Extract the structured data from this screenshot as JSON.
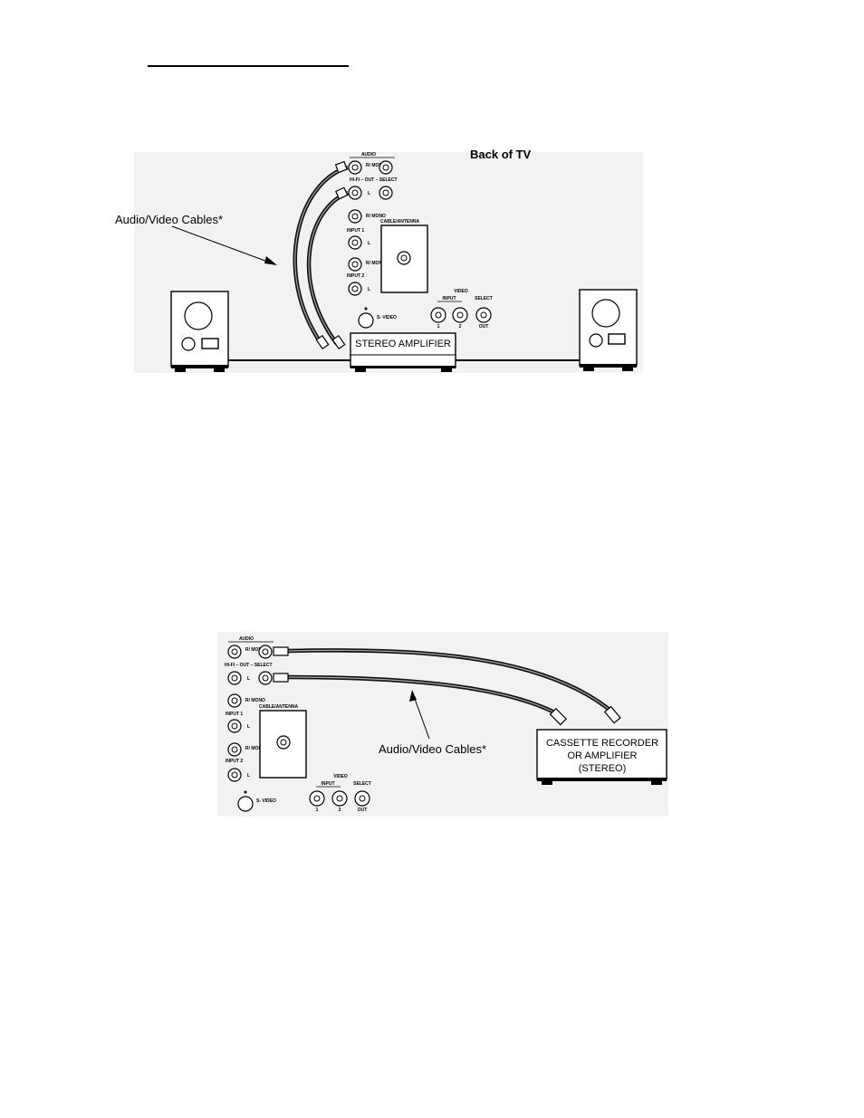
{
  "diagram1": {
    "back_of_tv_label": "Back of TV",
    "cables_label": "Audio/Video Cables*",
    "amplifier_label": "STEREO AMPLIFIER"
  },
  "diagram2": {
    "cables_label": "Audio/Video Cables*",
    "recorder_line1": "CASSETTE RECORDER",
    "recorder_line2": "OR AMPLIFIER",
    "recorder_line3": "(STEREO)"
  },
  "panel_labels": {
    "audio": "AUDIO",
    "r_mono": "R/ MONO",
    "hifi_out": "HI-FI – OUT – SELECT",
    "l": "L",
    "cable_antenna": "CABLE/ANTENNA",
    "input1": "INPUT 1",
    "input2": "INPUT 2",
    "video": "VIDEO",
    "input": "INPUT",
    "select": "SELECT",
    "one": "1",
    "two": "2",
    "out": "OUT",
    "s_video": "S- VIDEO"
  }
}
